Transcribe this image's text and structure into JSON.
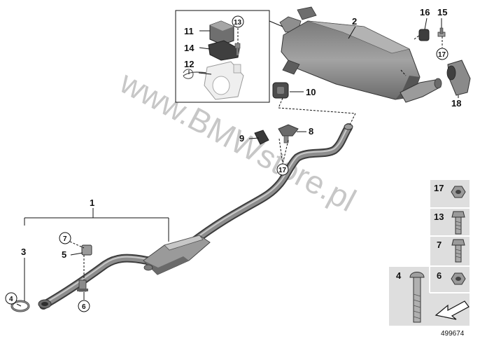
{
  "diagram": {
    "diagram_number": "499674",
    "watermark": "www.BMWstore.pl",
    "callouts": {
      "c1": "1",
      "c2": "2",
      "c3": "3",
      "c4": "4",
      "c5": "5",
      "c6": "6",
      "c7": "7",
      "c8": "8",
      "c9": "9",
      "c10": "10",
      "c11": "11",
      "c12": "12",
      "c13": "13",
      "c14": "14",
      "c15": "15",
      "c16": "16",
      "c17": "17",
      "c17b": "17",
      "c18": "18"
    },
    "legend": {
      "l17": "17",
      "l13": "13",
      "l7": "7",
      "l4": "4",
      "l6": "6"
    },
    "colors": {
      "part_fill": "#8e8e8e",
      "part_dark": "#5c5c5c",
      "part_light": "#c4c4c4",
      "legend_bg": "#dedede",
      "watermark": "#9a9a9a"
    }
  }
}
